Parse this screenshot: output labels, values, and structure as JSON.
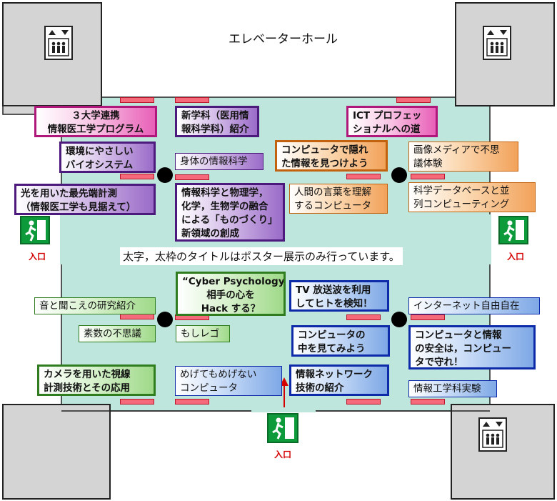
{
  "hall_label": "エレベーターホール",
  "note": "太字，太枠のタイトルはポスター展示のみ行っています。",
  "entrance_label": "入口",
  "colors": {
    "floor": "#bfe6dd",
    "wall": "#d4d4d4",
    "panel": "#f46a7a",
    "exit_sign": "#0d9a3a",
    "entrance_text": "#d40000"
  },
  "booths": {
    "b01": {
      "lines": [
        "３大学連携",
        "情報医工学プログラム"
      ],
      "color": "pink",
      "bold": true
    },
    "b02": {
      "lines": [
        "新学科（医用情",
        "報科学科）紹介"
      ],
      "color": "purple",
      "bold": true
    },
    "b03": {
      "lines": [
        "ICT プロフェッ",
        "ショナルへの道"
      ],
      "color": "pink",
      "bold": true
    },
    "b04": {
      "lines": [
        "環境にやさしい",
        "バイオシステム"
      ],
      "color": "purple",
      "bold": true
    },
    "b05": {
      "lines": [
        "身体の情報科学"
      ],
      "color": "purple",
      "bold": false
    },
    "b06": {
      "lines": [
        "コンピュータで隠れ",
        "た情報を見つけよう"
      ],
      "color": "orange",
      "bold": true
    },
    "b07": {
      "lines": [
        "画像メディアで不思",
        "議体験"
      ],
      "color": "orange",
      "bold": false
    },
    "b08": {
      "lines": [
        "光を用いた最先端計測",
        "（情報医工学も見据えて）"
      ],
      "color": "purple",
      "bold": true
    },
    "b09": {
      "lines": [
        "情報科学と物理学，",
        "化学，生物学の融合",
        "による「ものづくり」",
        "新領域の創成"
      ],
      "color": "purple",
      "bold": true
    },
    "b10": {
      "lines": [
        "人間の言葉を理解",
        "するコンピュータ"
      ],
      "color": "orange",
      "bold": false
    },
    "b11": {
      "lines": [
        "科学データベースと並",
        "列コンピューティング"
      ],
      "color": "orange",
      "bold": false
    },
    "b12": {
      "lines": [
        "“Cyber Psychology”",
        "相手の心を",
        "Hack する？"
      ],
      "color": "green",
      "bold": true
    },
    "b13": {
      "lines": [
        "TV 放送波を利用",
        "してヒトを検知！"
      ],
      "color": "blue",
      "bold": true
    },
    "b14": {
      "lines": [
        "音と聞こえの研究紹介"
      ],
      "color": "green",
      "bold": false
    },
    "b15": {
      "lines": [
        "インターネット自由自在"
      ],
      "color": "blue",
      "bold": false
    },
    "b16": {
      "lines": [
        "素数の不思議"
      ],
      "color": "green",
      "bold": false
    },
    "b17": {
      "lines": [
        "もしレゴ"
      ],
      "color": "green",
      "bold": false
    },
    "b18": {
      "lines": [
        "コンピュータの",
        "中を見てみよう"
      ],
      "color": "blue",
      "bold": true
    },
    "b19": {
      "lines": [
        "コンピュータと情報",
        "の安全は，コンピュー",
        "タで守れ！"
      ],
      "color": "blue",
      "bold": true
    },
    "b20": {
      "lines": [
        "カメラを用いた視線",
        "計測技術とその応用"
      ],
      "color": "green",
      "bold": true
    },
    "b21": {
      "lines": [
        "めげてもめげない",
        "コンピュータ"
      ],
      "color": "blue",
      "bold": false
    },
    "b22": {
      "lines": [
        "情報ネットワーク",
        "技術の紹介"
      ],
      "color": "blue",
      "bold": true
    },
    "b23": {
      "lines": [
        "情報工学科実験"
      ],
      "color": "blue",
      "bold": false
    }
  }
}
